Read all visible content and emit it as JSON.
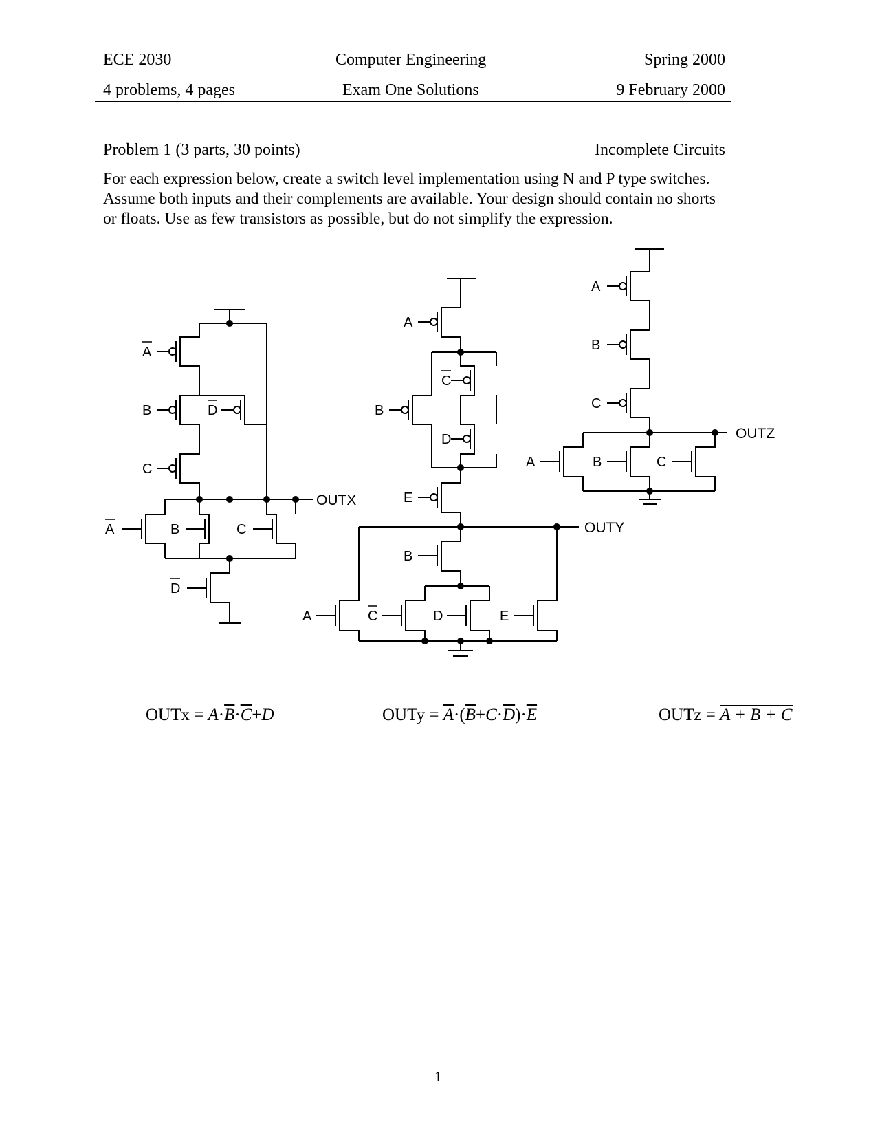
{
  "header": {
    "course": "ECE 2030",
    "department": "Computer Engineering",
    "term": "Spring 2000",
    "problems_pages": "4 problems, 4 pages",
    "exam_title": "Exam One Solutions",
    "date": "9 February 2000"
  },
  "problem": {
    "title": "Problem 1 (3 parts, 30 points)",
    "topic": "Incomplete Circuits",
    "instructions": [
      "For each expression below, create a switch level implementation using N and P type switches.",
      "Assume both inputs and their complements are available. Your design should contain no shorts",
      "or floats. Use as few transistors as possible, but do not simplify the expression."
    ]
  },
  "circuits": {
    "x": {
      "out_label": "OUT",
      "out_sub": "X",
      "labels": {
        "a_bar": "A",
        "b": "B",
        "c": "C",
        "d_bar": "D",
        "nmos_a_bar": "A",
        "nmos_b": "B",
        "nmos_c": "C",
        "nmos_d_bar": "D"
      }
    },
    "y": {
      "out_label": "OUT",
      "out_sub": "Y",
      "labels": {
        "a": "A",
        "b": "B",
        "c_bar": "C",
        "d": "D",
        "e": "E",
        "nmos_b": "B",
        "nmos_a": "A",
        "nmos_c_bar": "C",
        "nmos_d": "D",
        "nmos_e": "E"
      }
    },
    "z": {
      "out_label": "OUT",
      "out_sub": "Z",
      "labels": {
        "a": "A",
        "b": "B",
        "c": "C",
        "nmos_a": "A",
        "nmos_b": "B",
        "nmos_c": "C"
      }
    }
  },
  "equations": {
    "x": {
      "lhs": "OUTx =",
      "a": "A",
      "b": "B",
      "c": "C",
      "d": "D"
    },
    "y": {
      "lhs": "OUTy =",
      "a": "A",
      "b": "B",
      "c": "C",
      "d": "D",
      "e": "E"
    },
    "z": {
      "lhs": "OUTz =",
      "expr": "A + B + C"
    }
  },
  "page_number": "1"
}
